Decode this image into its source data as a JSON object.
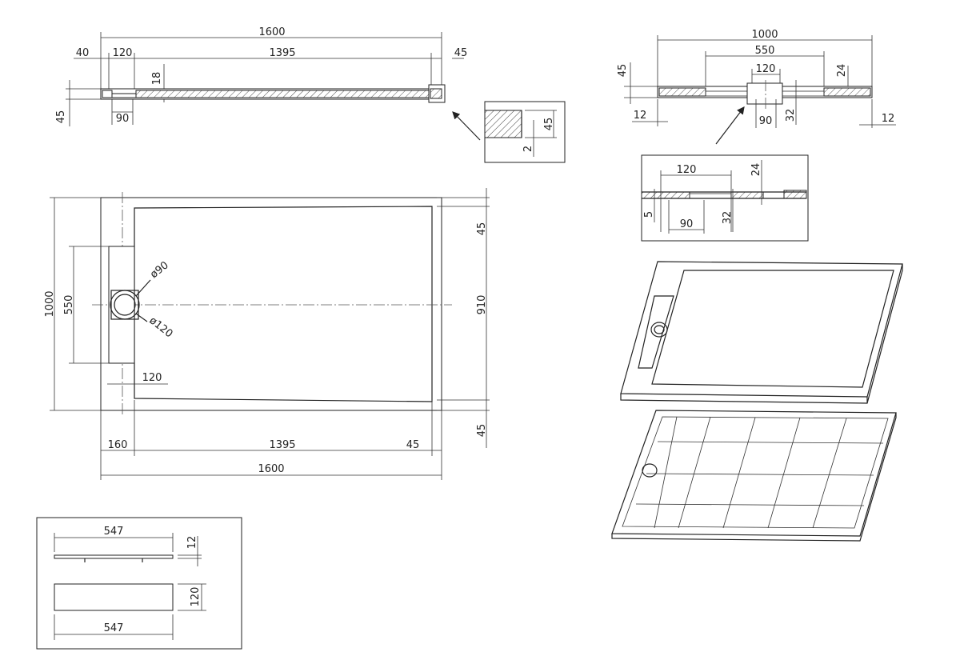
{
  "colors": {
    "line": "#222222",
    "background": "#ffffff"
  },
  "section_long": {
    "overall": "1600",
    "left_margin": "40",
    "drain_width": "120",
    "main_span": "1395",
    "right_margin": "45",
    "rim_height": "18",
    "height": "45",
    "drain_dia": "90"
  },
  "detail_rim": {
    "height": "45",
    "step": "2"
  },
  "section_short": {
    "overall": "1000",
    "channel": "550",
    "drain_width": "120",
    "height": "45",
    "depth": "24",
    "left_edge": "12",
    "right_edge": "12",
    "drain_dia": "90",
    "drop": "32"
  },
  "detail_drain": {
    "drain_width": "120",
    "depth": "24",
    "offset": "5",
    "drain_dia": "90",
    "drop": "32"
  },
  "plan": {
    "width": "1600",
    "height": "1000",
    "channel_length": "550",
    "inner_height": "910",
    "top_margin": "45",
    "bottom_margin": "45",
    "drain_dia_inner": "ø90",
    "drain_dia_outer": "ø120",
    "channel_width": "120",
    "left_margin": "160",
    "main_span": "1395",
    "right_margin": "45"
  },
  "cover": {
    "length_top": "547",
    "thickness": "12",
    "length_bottom": "547",
    "width": "120"
  }
}
